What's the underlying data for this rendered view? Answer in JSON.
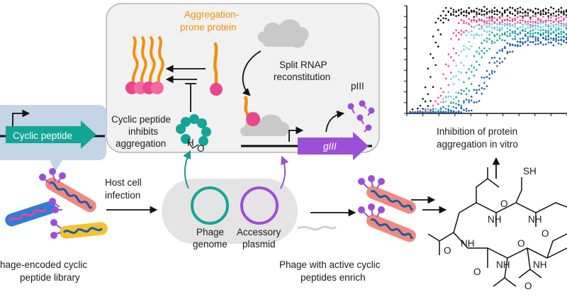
{
  "labels": {
    "aggregation_prone_line1": "Aggregation-",
    "aggregation_prone_line2": "prone protein",
    "split_rnap_line1": "Split RNAP",
    "split_rnap_line2": "reconstitution",
    "piii": "pIII",
    "cyclic_inhibits_line1": "Cyclic peptide",
    "cyclic_inhibits_line2": "inhibits",
    "cyclic_inhibits_line3": "aggregation",
    "giii": "gIII",
    "cyclic_peptide_box": "Cyclic peptide",
    "host_infection_line1": "Host cell",
    "host_infection_line2": "infection",
    "phage_genome_line1": "Phage",
    "phage_genome_line2": "genome",
    "accessory_plasmid_line1": "Accessory",
    "accessory_plasmid_line2": "plasmid",
    "library_line1": "hage-encoded cyclic",
    "library_line2": "peptide library",
    "enrich_line1": "Phage with active cyclic",
    "enrich_line2": "peptides enrich",
    "inhibition_line1": "Inhibition of protein",
    "inhibition_line2": "aggregation in vitro"
  },
  "chemistry": {
    "sh": "SH",
    "nh1": "NH",
    "nh2": "NH",
    "nh3": "NH",
    "nh4": "NH",
    "nh5": "NH",
    "o1": "O",
    "o2": "O",
    "o3": "O",
    "o4": "O",
    "o5": "O",
    "o6": "O"
  },
  "colors": {
    "orange": "#f0900a",
    "pink": "#e8478e",
    "teal": "#13a596",
    "purple": "#9b4fd6",
    "gray_cloud": "#c9c9c9",
    "light_blue_bubble": "#c3d5e6",
    "dark_teal_arrow": "#1a9c8d"
  },
  "chart_data": {
    "type": "scatter",
    "title": "",
    "xlabel": "",
    "ylabel": "",
    "xlim": [
      0,
      100
    ],
    "ylim": [
      0,
      100
    ],
    "grid": false,
    "series": [
      {
        "color": "#111111",
        "mid": 14,
        "k": 0.45,
        "top": 96
      },
      {
        "color": "#e8478e",
        "mid": 24,
        "k": 0.32,
        "top": 88
      },
      {
        "color": "#6fcde0",
        "mid": 30,
        "k": 0.25,
        "top": 82
      },
      {
        "color": "#13a596",
        "mid": 38,
        "k": 0.2,
        "top": 76
      },
      {
        "color": "#1f5aa6",
        "mid": 48,
        "k": 0.16,
        "top": 70
      }
    ]
  }
}
